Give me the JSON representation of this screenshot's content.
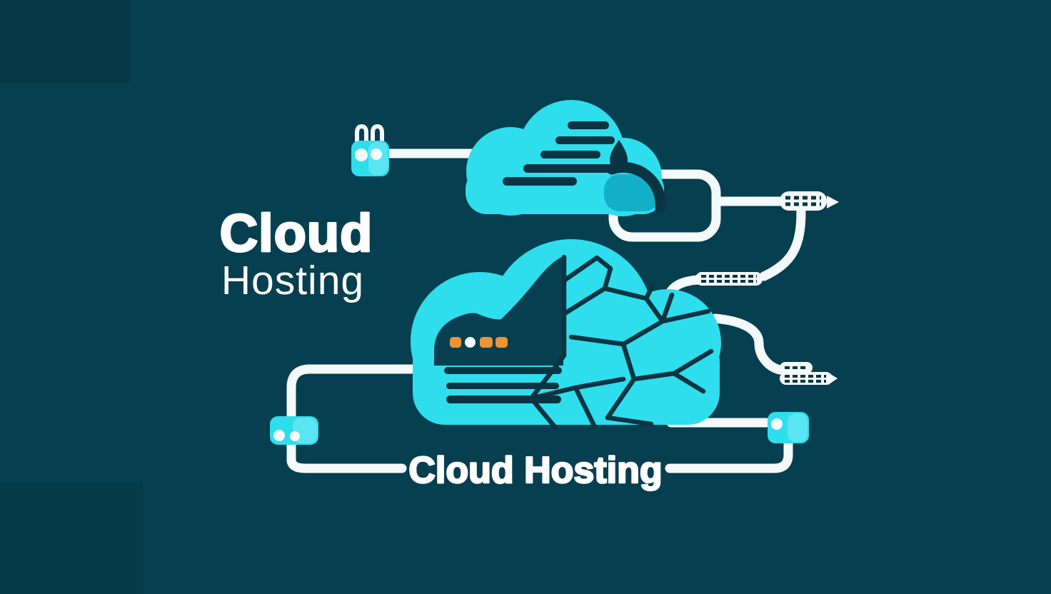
{
  "title": {
    "line1": "Cloud",
    "line2": "Hosting"
  },
  "caption": "Cloud Hosting",
  "colors": {
    "background": "#063F4F",
    "cloud_cyan": "#2EDEED",
    "cloud_cyan_deep": "#14AFC9",
    "ink_dark": "#0B3442",
    "accent_orange": "#EE9434",
    "line_white": "#F4FAFB",
    "text_white": "#FFFFFF"
  },
  "icons": {
    "top-cloud-icon": "cyan cloud with dark data lines and droplet",
    "main-cloud-icon": "cyan cloud with server LEDs, data lines and cracked mesh pattern",
    "droplet-icon": "dark teardrop",
    "led-dots-icon": "orange and white indicator dots",
    "plug-device-icon": "cyan plug with two prongs and two eyes",
    "left-node-device-icon": "cyan node box with two dots",
    "right-node-device-icon": "cyan node box with one dot",
    "connector-pill-icon": "white perforated connector bar",
    "cable-loop-icon": "white rounded cable loop"
  }
}
